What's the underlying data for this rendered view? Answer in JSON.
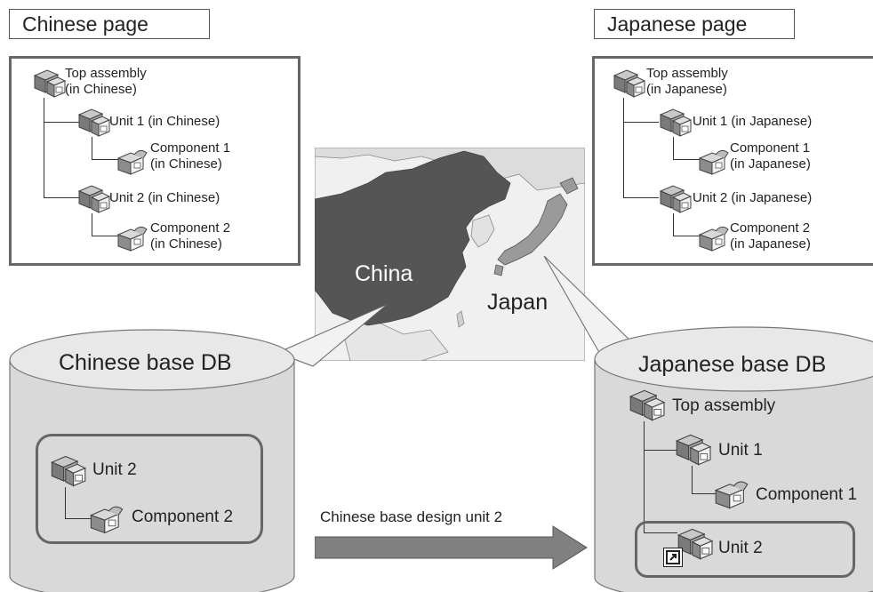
{
  "chinese_page": {
    "title": "Chinese page",
    "top": "Top assembly\n(in Chinese)",
    "unit1": "Unit 1 (in Chinese)",
    "comp1": "Component 1\n(in Chinese)",
    "unit2": "Unit 2 (in Chinese)",
    "comp2": "Component 2\n(in Chinese)"
  },
  "japanese_page": {
    "title": "Japanese page",
    "top": "Top assembly\n(in Japanese)",
    "unit1": "Unit 1 (in Japanese)",
    "comp1": "Component 1\n(in Japanese)",
    "unit2": "Unit 2 (in Japanese)",
    "comp2": "Component 2\n(in Japanese)"
  },
  "map": {
    "china": "China",
    "japan": "Japan"
  },
  "chinese_db": {
    "title": "Chinese base DB",
    "unit2": "Unit 2",
    "comp2": "Component 2"
  },
  "japanese_db": {
    "title": "Japanese base DB",
    "top": "Top assembly",
    "unit1": "Unit 1",
    "comp1": "Component 1",
    "unit2": "Unit 2"
  },
  "arrow": {
    "label": "Chinese base design unit 2"
  },
  "colors": {
    "china": "#555555",
    "japan": "#9a9a9a",
    "cylinder": "#d9d9d9",
    "arrow": "#808080"
  },
  "icons": [
    "assembly-icon",
    "component-icon",
    "shortcut-icon"
  ]
}
